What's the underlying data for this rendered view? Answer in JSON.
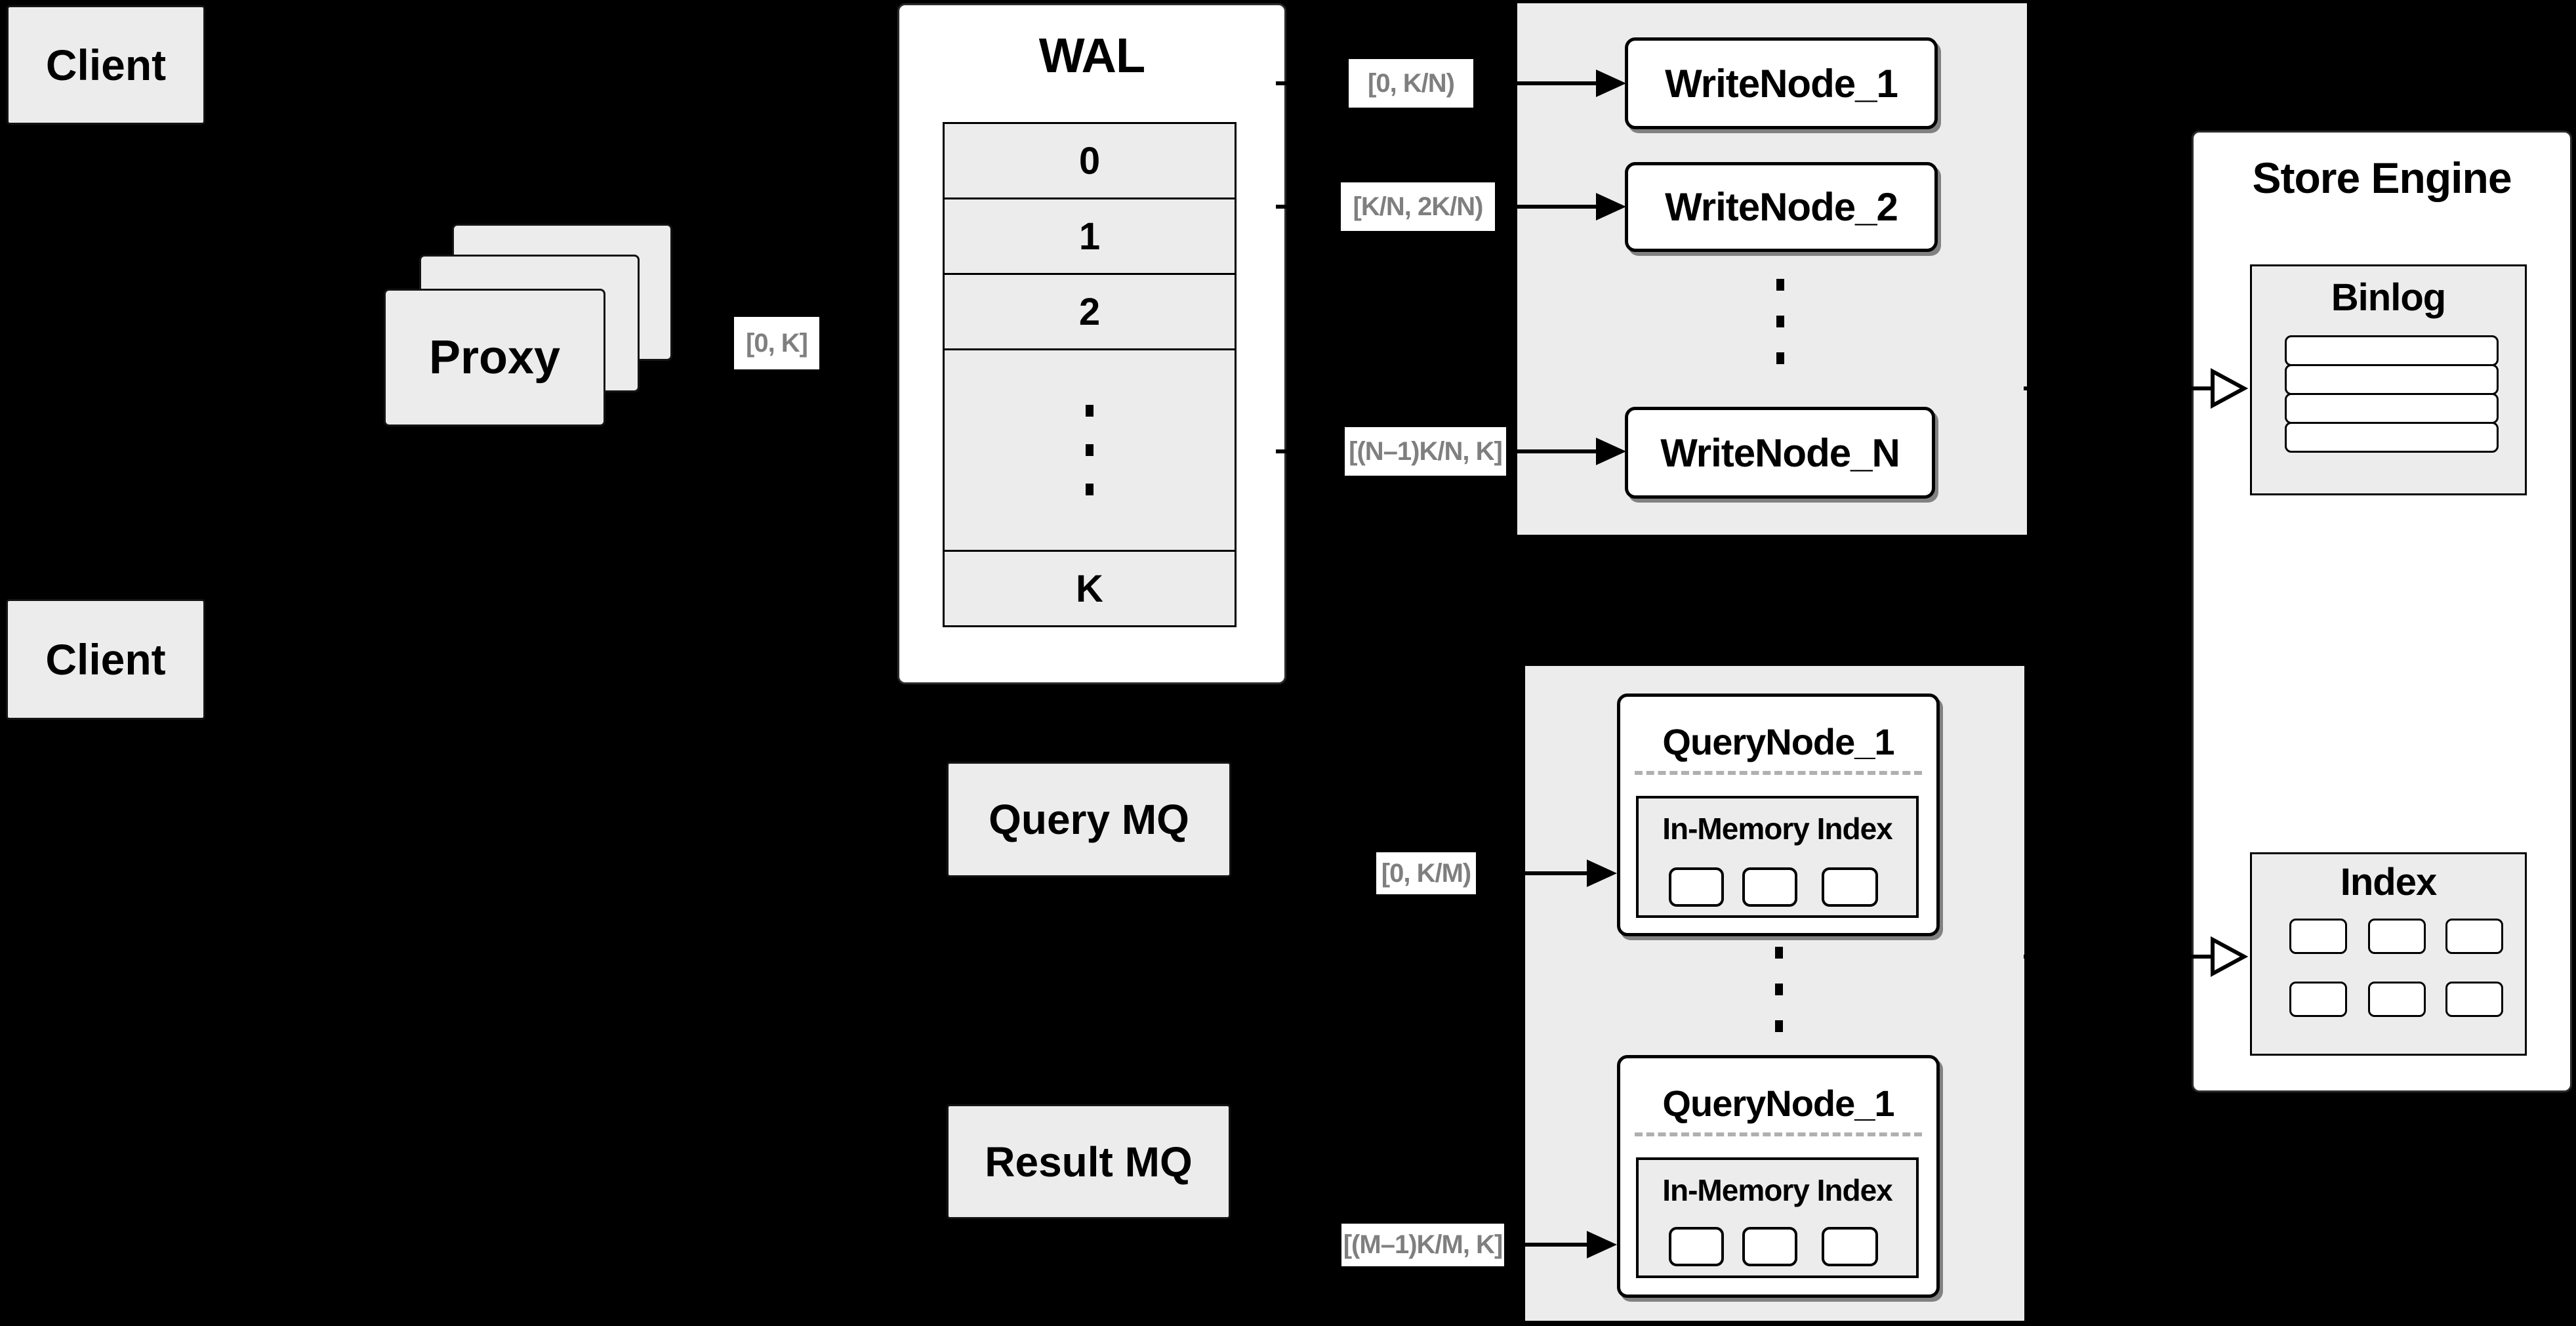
{
  "diagram": {
    "clients": {
      "top": "Client",
      "bottom": "Client"
    },
    "proxy": {
      "label": "Proxy",
      "range": "[0, K]"
    },
    "wal": {
      "title": "WAL",
      "rows": [
        "0",
        "1",
        "2"
      ],
      "last_row": "K"
    },
    "write": {
      "nodes": [
        "WriteNode_1",
        "WriteNode_2",
        "WriteNode_N"
      ],
      "ranges": [
        "[0, K/N)",
        "[K/N, 2K/N)",
        "[(N–1)K/N, K]"
      ]
    },
    "mq": {
      "query": "Query MQ",
      "result": "Result MQ"
    },
    "query": {
      "node_top": {
        "title": "QueryNode_1",
        "inner": "In-Memory Index"
      },
      "node_bottom": {
        "title": "QueryNode_1",
        "inner": "In-Memory Index"
      },
      "ranges": [
        "[0, K/M)",
        "[(M–1)K/M, K]"
      ]
    },
    "store": {
      "title": "Store Engine",
      "binlog": "Binlog",
      "index": "Index"
    }
  },
  "colors": {
    "background": "#000000",
    "panel_gray": "#ececec",
    "node_white": "#ffffff",
    "border_black": "#000000",
    "range_text_gray": "#7f7f7f",
    "dashed_gray": "#b0b0b0"
  }
}
